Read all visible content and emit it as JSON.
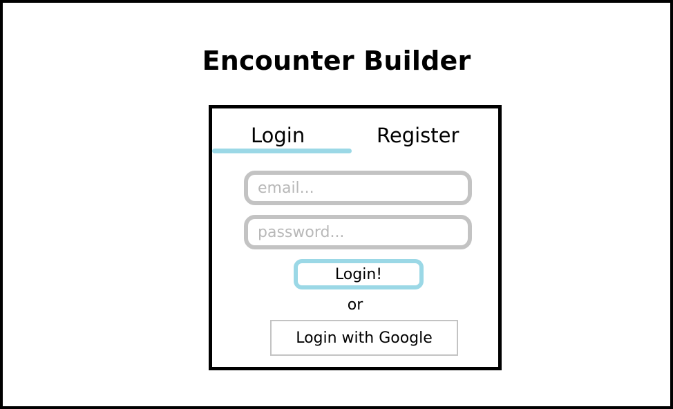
{
  "app": {
    "title": "Encounter Builder"
  },
  "auth": {
    "tabs": {
      "login": "Login",
      "register": "Register",
      "active": "login"
    },
    "email": {
      "placeholder": "email...",
      "value": ""
    },
    "password": {
      "placeholder": "password...",
      "value": ""
    },
    "submit_label": "Login!",
    "separator": "or",
    "google_label": "Login with Google"
  },
  "colors": {
    "accent": "#9bd8e6",
    "field_border": "#c3c3c3",
    "frame_border": "#000000",
    "placeholder": "#b8b8b8"
  }
}
